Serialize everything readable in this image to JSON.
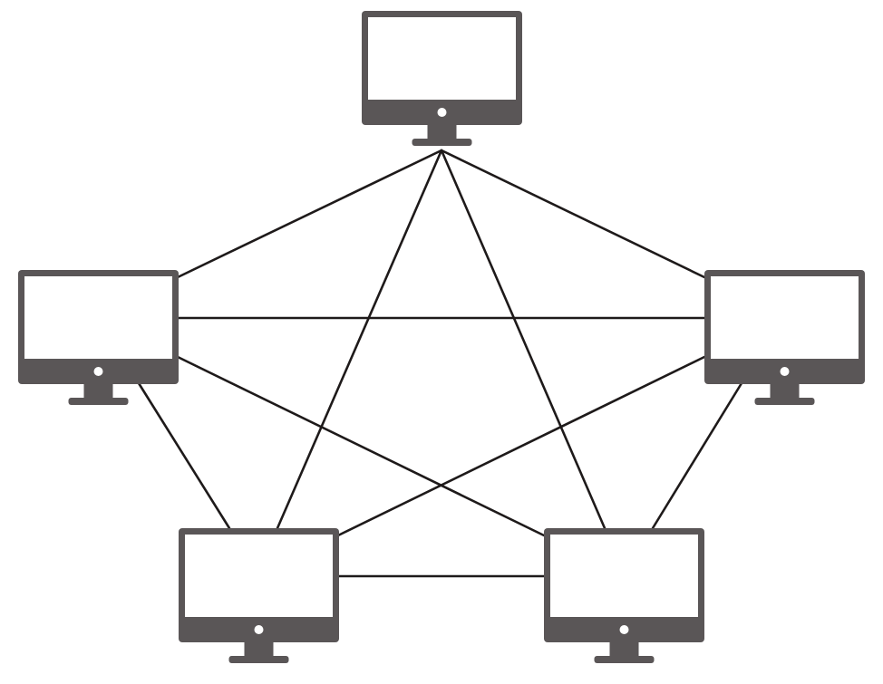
{
  "diagram": {
    "type": "mesh network topology",
    "node_icon": "monitor-icon",
    "node_count": 5,
    "colors": {
      "monitor": "#5a5657",
      "screen": "#ffffff",
      "link": "#1e1a1a",
      "background": "#ffffff"
    },
    "nodes": [
      {
        "id": "top"
      },
      {
        "id": "left"
      },
      {
        "id": "right"
      },
      {
        "id": "bottom-left"
      },
      {
        "id": "bottom-right"
      }
    ],
    "links": [
      {
        "from": "top",
        "to": "left"
      },
      {
        "from": "top",
        "to": "right"
      },
      {
        "from": "top",
        "to": "bottom-left"
      },
      {
        "from": "top",
        "to": "bottom-right"
      },
      {
        "from": "left",
        "to": "right"
      },
      {
        "from": "left",
        "to": "bottom-left"
      },
      {
        "from": "left",
        "to": "bottom-right"
      },
      {
        "from": "right",
        "to": "bottom-left"
      },
      {
        "from": "right",
        "to": "bottom-right"
      },
      {
        "from": "bottom-left",
        "to": "bottom-right"
      }
    ]
  }
}
